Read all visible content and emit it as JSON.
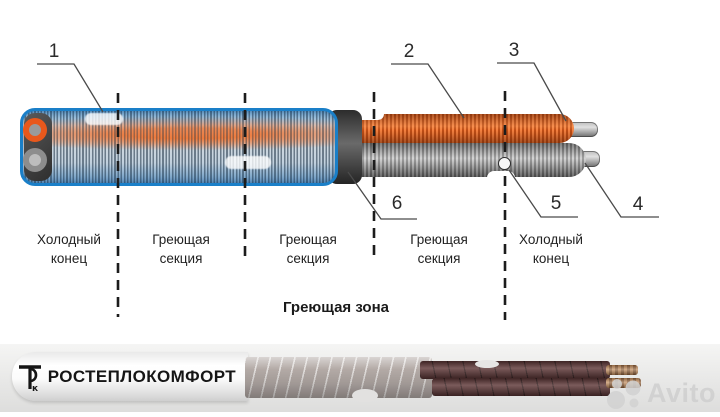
{
  "diagram": {
    "callouts": [
      {
        "n": "1"
      },
      {
        "n": "2"
      },
      {
        "n": "3"
      },
      {
        "n": "4"
      },
      {
        "n": "5"
      },
      {
        "n": "6"
      }
    ],
    "sections": [
      {
        "line1": "Холодный",
        "line2": "конец"
      },
      {
        "line1": "Греющая",
        "line2": "секция"
      },
      {
        "line1": "Греющая",
        "line2": "секция"
      },
      {
        "line1": "Греющая",
        "line2": "секция"
      },
      {
        "line1": "Холодный",
        "line2": "конец"
      }
    ],
    "zone_label": "Греющая зона"
  },
  "photo": {
    "brand_text": "РОСТЕПЛОКОМФОРТ",
    "brand_monogram": "ТК",
    "watermark_text": "Avito"
  },
  "colors": {
    "jacket_blue": "#1a7fc8",
    "heating_orange": "#e8691f",
    "conductor_gray": "#8a8a8a",
    "wire_maroon": "#5e3737",
    "copper": "#b5845c",
    "watermark_gray": "#cfcfcf"
  }
}
